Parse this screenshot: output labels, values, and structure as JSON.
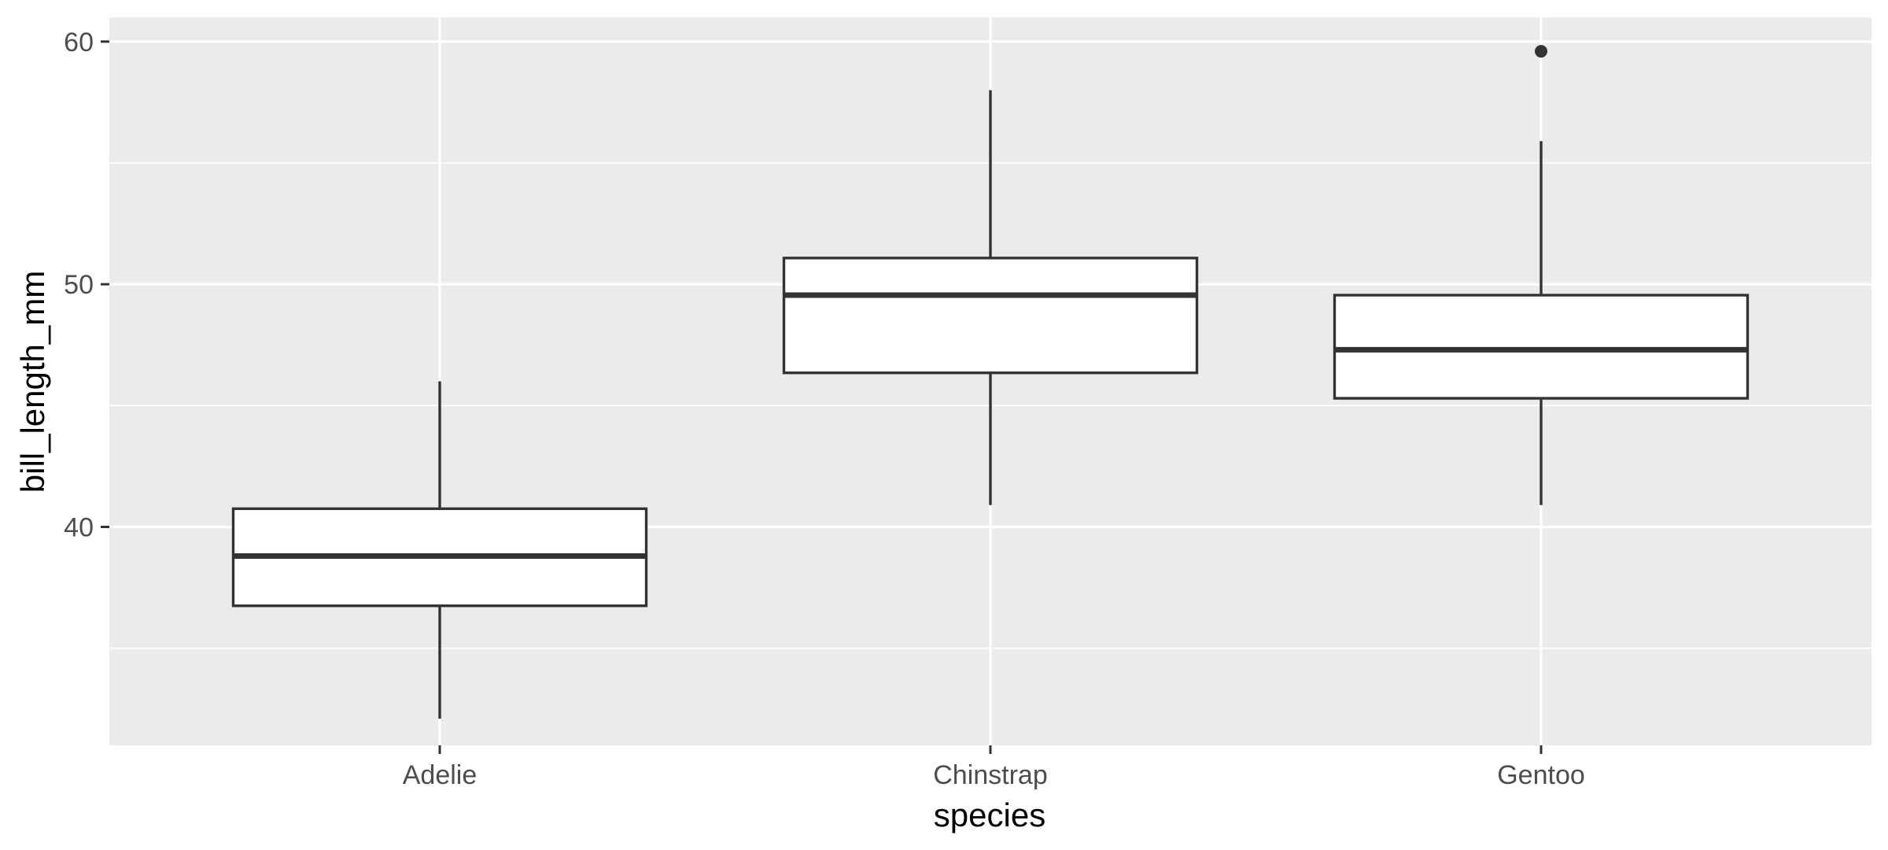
{
  "chart_data": {
    "type": "boxplot",
    "xlabel": "species",
    "ylabel": "bill_length_mm",
    "categories": [
      "Adelie",
      "Chinstrap",
      "Gentoo"
    ],
    "boxes": [
      {
        "category": "Adelie",
        "whisker_low": 32.1,
        "q1": 36.75,
        "median": 38.8,
        "q3": 40.75,
        "whisker_high": 46.0,
        "outliers": []
      },
      {
        "category": "Chinstrap",
        "whisker_low": 40.9,
        "q1": 46.35,
        "median": 49.55,
        "q3": 51.08,
        "whisker_high": 58.0,
        "outliers": []
      },
      {
        "category": "Gentoo",
        "whisker_low": 40.9,
        "q1": 45.3,
        "median": 47.3,
        "q3": 49.55,
        "whisker_high": 55.9,
        "outliers": [
          59.6
        ]
      }
    ],
    "yticks": [
      40,
      50,
      60
    ],
    "ylim": [
      31.0,
      61.0
    ],
    "grid": true,
    "colors": {
      "panel": "#ebebeb",
      "grid": "#ffffff",
      "box_fill": "#ffffff",
      "box_stroke": "#333333",
      "tick_label": "#4d4d4d"
    }
  }
}
